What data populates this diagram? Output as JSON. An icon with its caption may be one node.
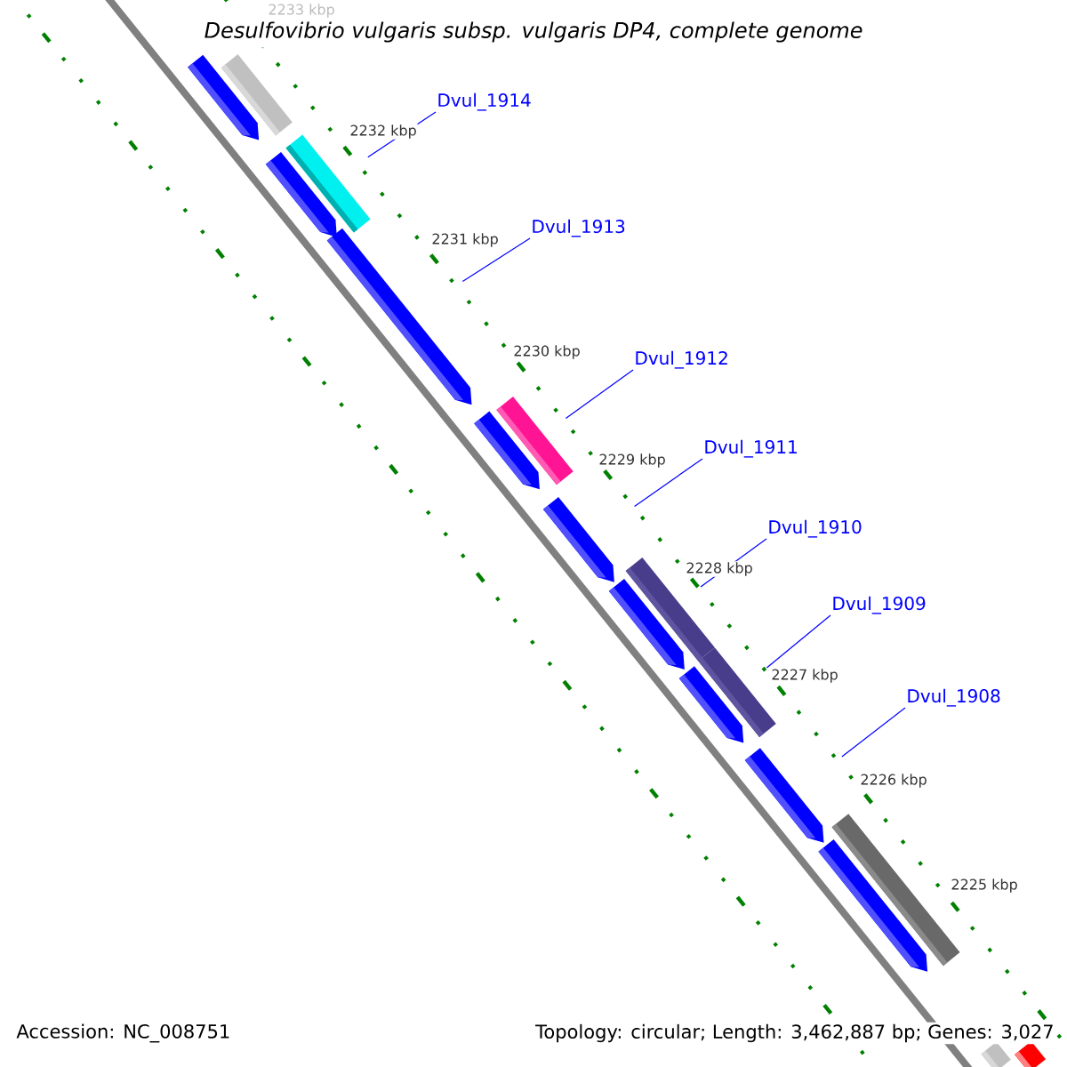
{
  "diagram": {
    "title": "Desulfovibrio vulgaris subsp. vulgaris DP4, complete genome",
    "nodes": [
      {
        "text": [],
        "shape": "bar"
      },
      {
        "text": [],
        "shape": "arrow"
      },
      {
        "text": [
          "Dvul_1914"
        ]
      },
      {
        "text": [],
        "shape": "bar"
      },
      {
        "text": [],
        "shape": "arrow"
      },
      {
        "text": [
          "Dvul_1913"
        ]
      },
      {
        "text": [],
        "shape": "arrow"
      },
      {
        "text": [],
        "shape": "arrow"
      },
      {
        "text": [
          "Dvul_1912"
        ]
      },
      {
        "text": [],
        "shape": "bar"
      },
      {
        "text": [
          "Dvul_1911"
        ]
      },
      {
        "text": [],
        "shape": "arrow"
      },
      {
        "text": [
          "Dvul_1910"
        ]
      },
      {
        "text": [],
        "shape": "bar"
      },
      {
        "text": [],
        "shape": "arrow"
      },
      {
        "text": [
          "Dvul_1909"
        ]
      },
      {
        "text": [],
        "shape": "bar"
      },
      {
        "text": [],
        "shape": "arrow"
      },
      {
        "text": [
          "Dvul_1908"
        ]
      },
      {
        "text": [],
        "shape": "arrow"
      },
      {
        "text": [],
        "shape": "bar"
      },
      {
        "text": [],
        "shape": "arrow"
      },
      {
        "text": [],
        "shape": "bar"
      },
      {
        "text": [],
        "shape": "bar"
      }
    ],
    "edges": [
      {
        "from": 2,
        "to": 3,
        "arrow": "none"
      },
      {
        "from": 5,
        "to": 6,
        "arrow": "none"
      },
      {
        "from": 8,
        "to": 9,
        "arrow": "none"
      },
      {
        "from": 10,
        "to": 11,
        "arrow": "none"
      },
      {
        "from": 12,
        "to": 13,
        "arrow": "none"
      },
      {
        "from": 15,
        "to": 16,
        "arrow": "none"
      },
      {
        "from": 18,
        "to": 19,
        "arrow": "none"
      }
    ],
    "labels": [
      "2233 kbp",
      "2232 kbp",
      "2231 kbp",
      "2230 kbp",
      "2229 kbp",
      "2228 kbp",
      "2227 kbp",
      "2226 kbp",
      "2225 kbp",
      "Accession: NC_008751",
      "Topology: circular; Length: 3,462,887 bp; Genes: 3,027"
    ]
  }
}
